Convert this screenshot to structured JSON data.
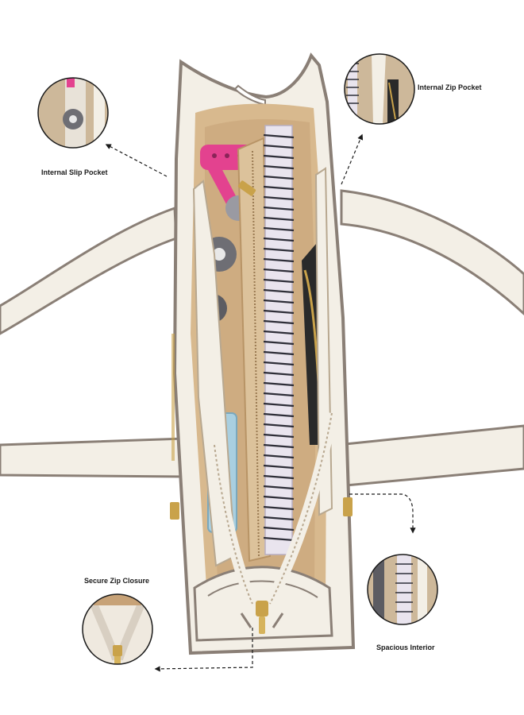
{
  "palette": {
    "bag_cream": "#f3efe6",
    "bag_edge": "#8a7f76",
    "lining_tan": "#d8b98e",
    "lining_dark": "#b89466",
    "zip_gold": "#c9a24a",
    "notebook_wire": "#2e2e38",
    "notebook_paper": "#e9e4ee",
    "pink_brush": "#e3428f",
    "blue_case": "#a9cfe0",
    "callout_line": "#1a1a1a"
  },
  "callouts": {
    "slip_pocket": {
      "label": "Internal Slip Pocket"
    },
    "zip_pocket": {
      "label": "Internal Zip Pocket"
    },
    "zip_closure": {
      "label": "Secure Zip Closure"
    },
    "interior": {
      "label": "Spacious Interior"
    }
  }
}
